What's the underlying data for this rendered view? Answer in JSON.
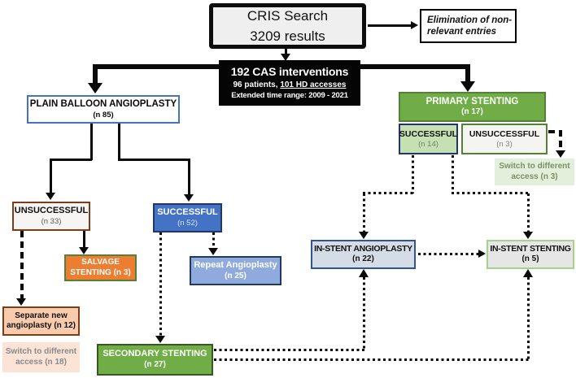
{
  "header": {
    "cris": {
      "line1": "CRIS Search",
      "line2": "3209 results"
    },
    "elimination": {
      "line1": "Elimination of non-",
      "line2": "relevant entries"
    },
    "interventions": {
      "title": "192 CAS interventions",
      "sub1_plain": "96 patients, ",
      "sub1_underlined": "101 HD accesses",
      "sub2": "Extended time range: 2009 - 2021"
    }
  },
  "left_branch": {
    "plain_balloon_angioplasty": {
      "title": "PLAIN BALLOON ANGIOPLASTY",
      "count": "(n 85)"
    },
    "unsuccessful": {
      "title": "UNSUCCESSFUL",
      "count": "(n 33)"
    },
    "successful": {
      "title": "SUCCESSFUL",
      "count": "(n 52)"
    },
    "salvage_stenting": {
      "line1": "SALVAGE",
      "line2": "STENTING (n 3)"
    },
    "separate_new_angioplasty": {
      "line1": "Separate new",
      "line2": "angioplasty (n 12)"
    },
    "switch_access_18": {
      "line1": "Switch to different",
      "line2": "access (n 18)"
    },
    "repeat_angioplasty": {
      "title": "Repeat Angioplasty",
      "count": "(n 25)"
    },
    "secondary_stenting": {
      "title": "SECONDARY STENTING",
      "count": "(n 27)"
    }
  },
  "right_branch": {
    "primary_stenting": {
      "title": "PRIMARY STENTING",
      "count": "(n 17)"
    },
    "successful": {
      "title": "SUCCESSFUL",
      "count": "(n 14)"
    },
    "unsuccessful": {
      "title": "UNSUCCESSFUL",
      "count": "(n 3)"
    },
    "switch_access_3": {
      "line1": "Switch to different",
      "line2": "access (n 3)"
    },
    "in_stent_angioplasty": {
      "title": "IN-STENT ANGIOPLASTY",
      "count": "(n 22)"
    },
    "in_stent_stenting": {
      "title": "IN-STENT STENTING",
      "count": "(n 5)"
    }
  },
  "colors": {
    "green_fill": "#70ad47",
    "green_border": "#538135",
    "dark_green_border": "#375623",
    "light_green_fill": "#c6e0b4",
    "pale_green_fill": "#e2efda",
    "pale_green_border": "#a9d18e",
    "blue_fill": "#4472c4",
    "navy_border": "#1f3864",
    "light_blue_fill": "#8faadc",
    "blue_gray_fill": "#d6dce5",
    "blue_border": "#2f5597",
    "orange_fill": "#ed7d31",
    "peach_fill": "#f8cbad",
    "pale_peach_fill": "#fbe3d6",
    "brown_border": "#7c3d17",
    "gray_fill": "#efefef",
    "black": "#0a0a0a"
  }
}
